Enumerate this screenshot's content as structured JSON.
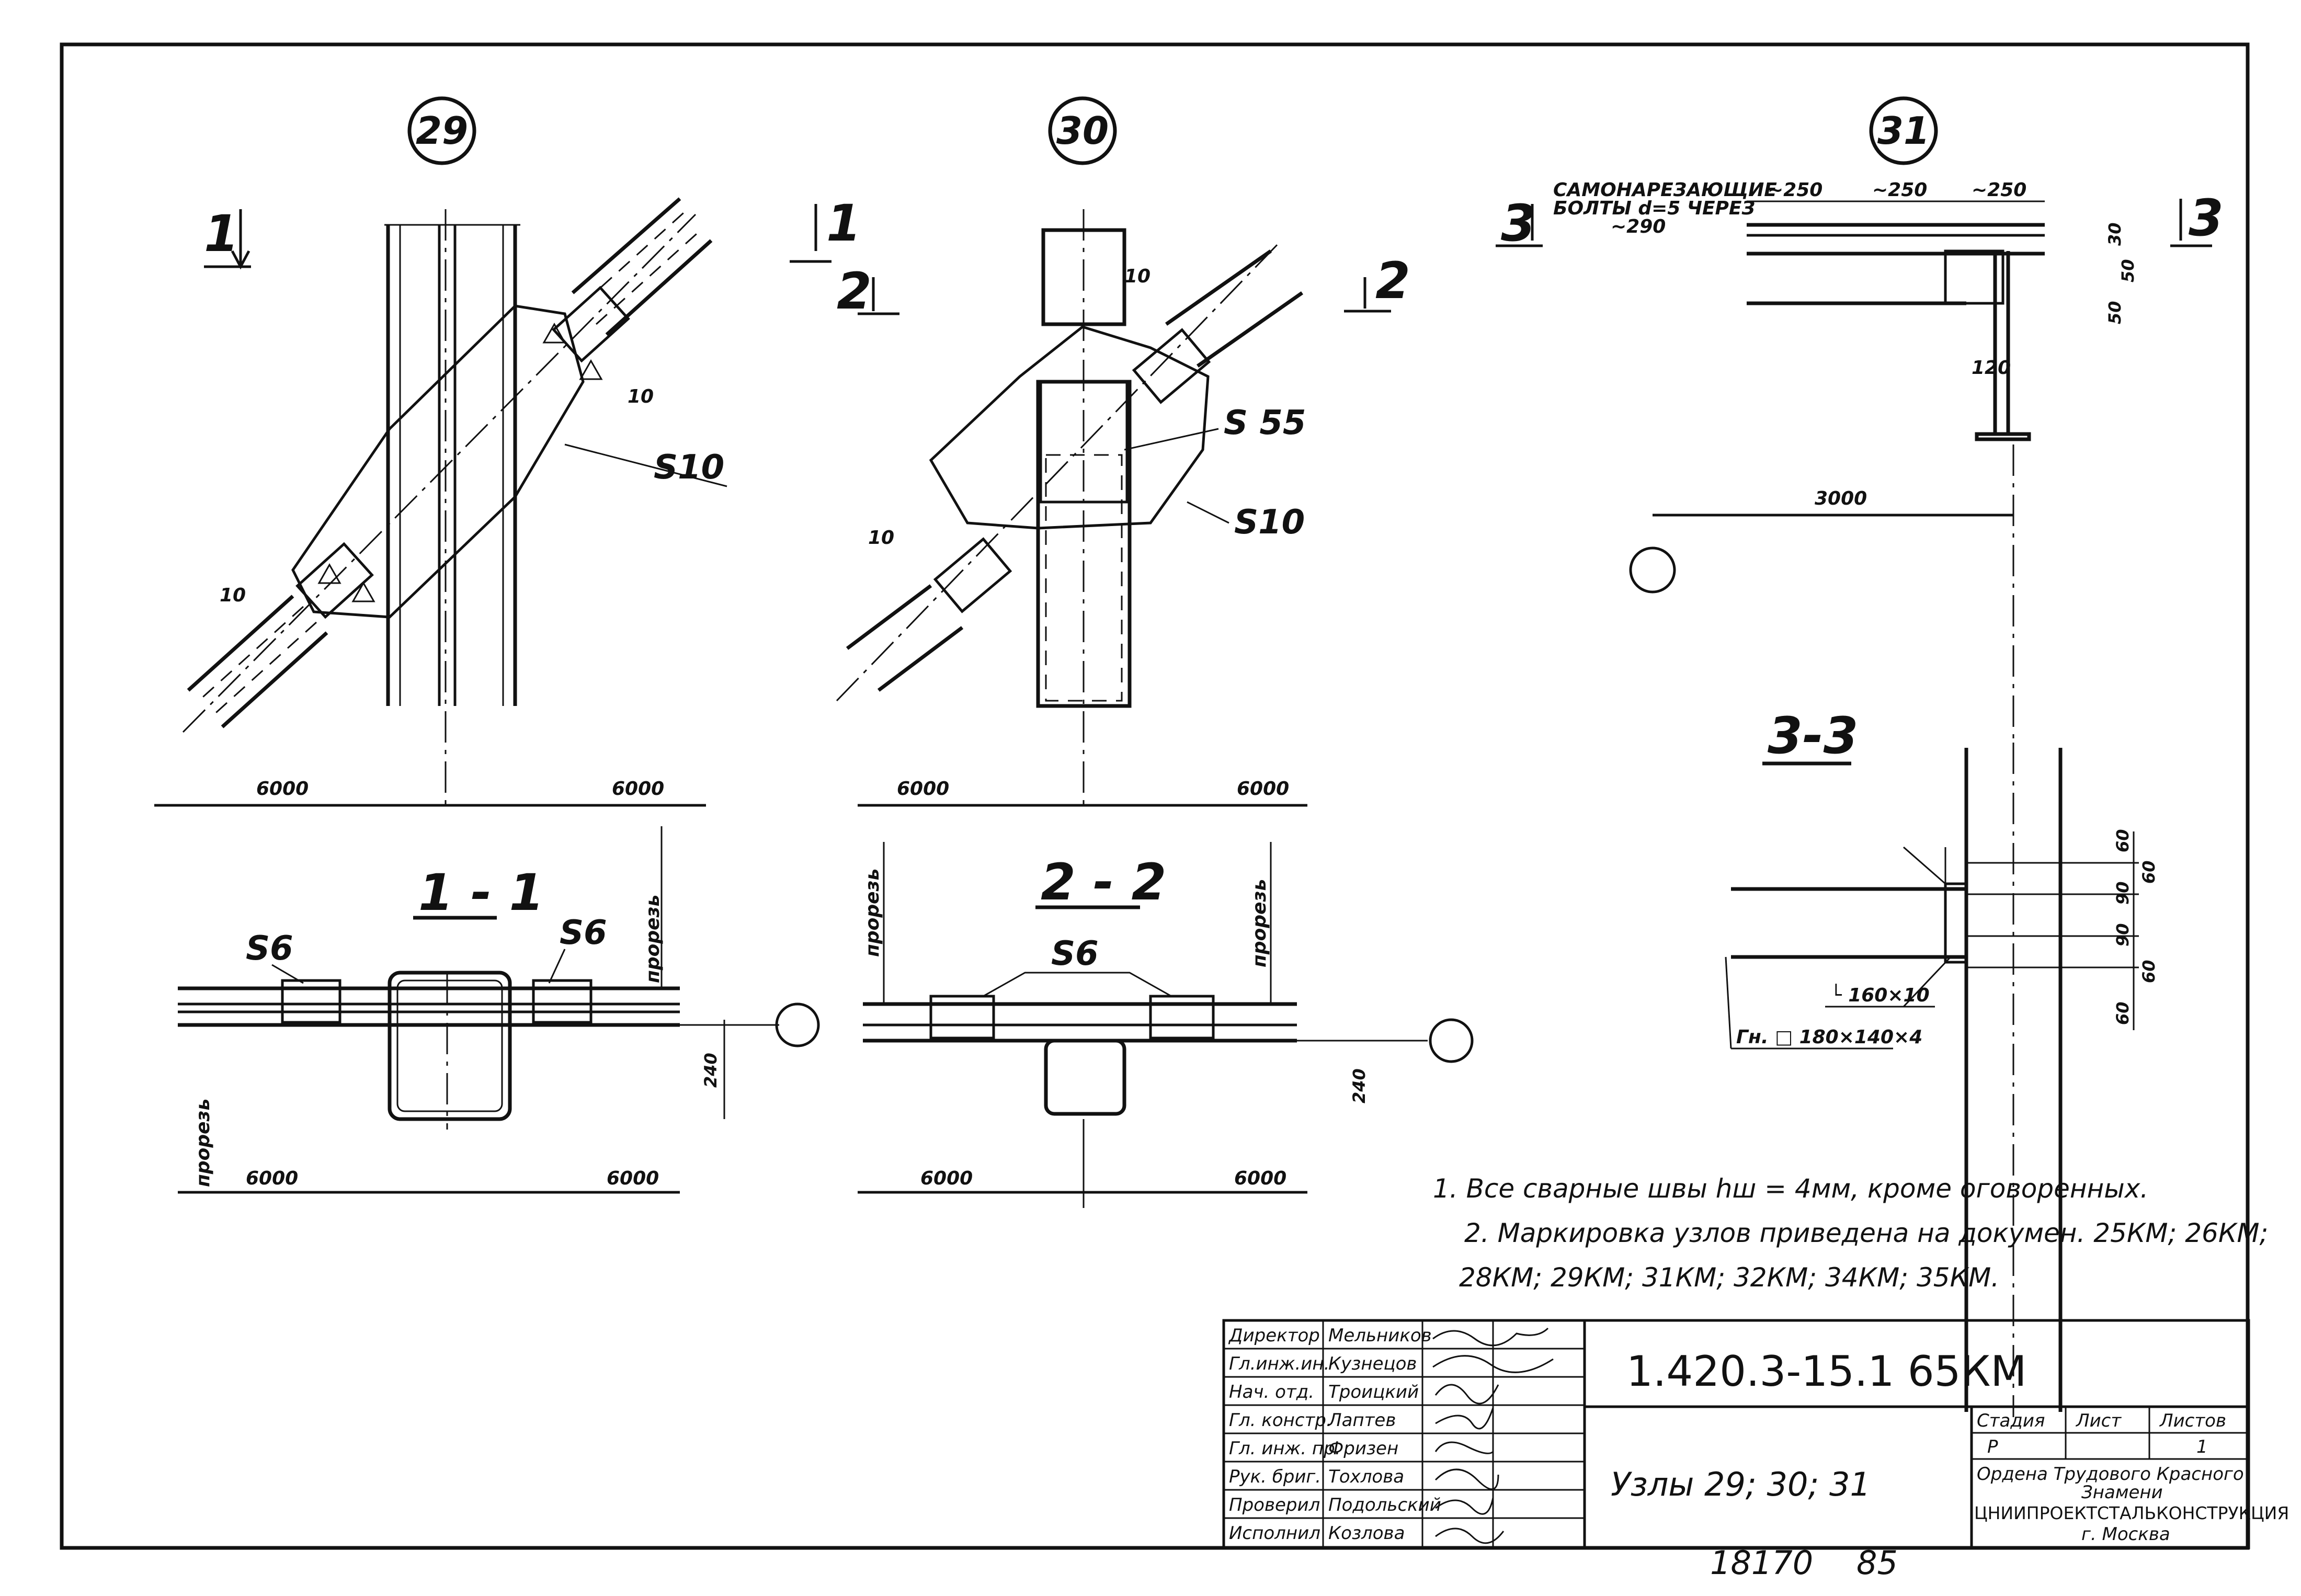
{
  "details": {
    "node29": {
      "number": "29",
      "material": "S10",
      "dim_left": "6000",
      "dim_right": "6000",
      "weld": "10",
      "section_mark": "1"
    },
    "node30": {
      "number": "30",
      "material_a": "S 55",
      "material_b": "S10",
      "dim_left": "6000",
      "dim_right": "6000",
      "weld_a": "10",
      "weld_b": "10",
      "section_mark_a": "1",
      "section_mark_b": "2"
    },
    "node31": {
      "number": "31",
      "bolt_note_l1": "САМОНАРЕЗАЮЩИЕ",
      "bolt_note_l2": "БОЛТЫ d=5 ЧЕРЕЗ",
      "bolt_note_l3": "~290",
      "spacing_1": "~250",
      "spacing_2": "~250",
      "spacing_3": "~250",
      "dim_30": "30",
      "dim_50a": "50",
      "dim_50b": "50",
      "dim_120": "120",
      "span": "3000",
      "section_mark": "3"
    }
  },
  "sections": {
    "s11": {
      "title": "1 - 1",
      "plate_left": "S6",
      "plate_right": "S6",
      "cut_left": "прорезь",
      "cut_right": "прорезь",
      "height": "240",
      "dim_left": "6000",
      "dim_right": "6000"
    },
    "s22": {
      "title": "2 - 2",
      "plate": "S6",
      "cut_left": "прорезь",
      "cut_right": "прорезь",
      "height": "240",
      "dim_left": "6000",
      "dim_right": "6000"
    },
    "s33": {
      "title": "3-3",
      "angle": "└ 160×10",
      "tube": "Гн. □ 180×140×4",
      "d60a": "60",
      "d90a": "90",
      "d90b": "90",
      "d60b": "60",
      "d60c": "60",
      "d60d": "60"
    }
  },
  "notes": [
    "1. Все сварные швы  hш = 4мм, кроме оговоренных.",
    "2. Маркировка   узлов  приведена  на  докумен. 25КМ; 26КМ;",
    "28КМ; 29КМ; 31КМ; 32КМ; 34КМ; 35КМ."
  ],
  "title_block": {
    "doc_code": "1.420.3-15.1 65КМ",
    "title": "Узлы 29; 30; 31",
    "col_stage": "Стадия",
    "col_sheet": "Лист",
    "col_sheets": "Листов",
    "stage": "Р",
    "sheet": "",
    "sheets": "1",
    "org_l1": "Ордена  Трудового  Красного",
    "org_l2": "Знамени",
    "org_l3": "ЦНИИПРОЕКТСТАЛЬКОНСТРУКЦИЯ",
    "org_l4": "г. Москва",
    "people": [
      {
        "role": "Директор",
        "name": "Мельников"
      },
      {
        "role": "Гл.инж.ин.",
        "name": "Кузнецов"
      },
      {
        "role": "Нач. отд.",
        "name": "Троицкий"
      },
      {
        "role": "Гл. констр.",
        "name": "Лаптев"
      },
      {
        "role": "Гл. инж. пр.",
        "name": "Фризен"
      },
      {
        "role": "Рук. бриг.",
        "name": "Тохлова"
      },
      {
        "role": "Проверил",
        "name": "Подольский"
      },
      {
        "role": "Исполнил",
        "name": "Козлова"
      }
    ]
  },
  "footer": {
    "inv": "18170",
    "num": "85"
  }
}
